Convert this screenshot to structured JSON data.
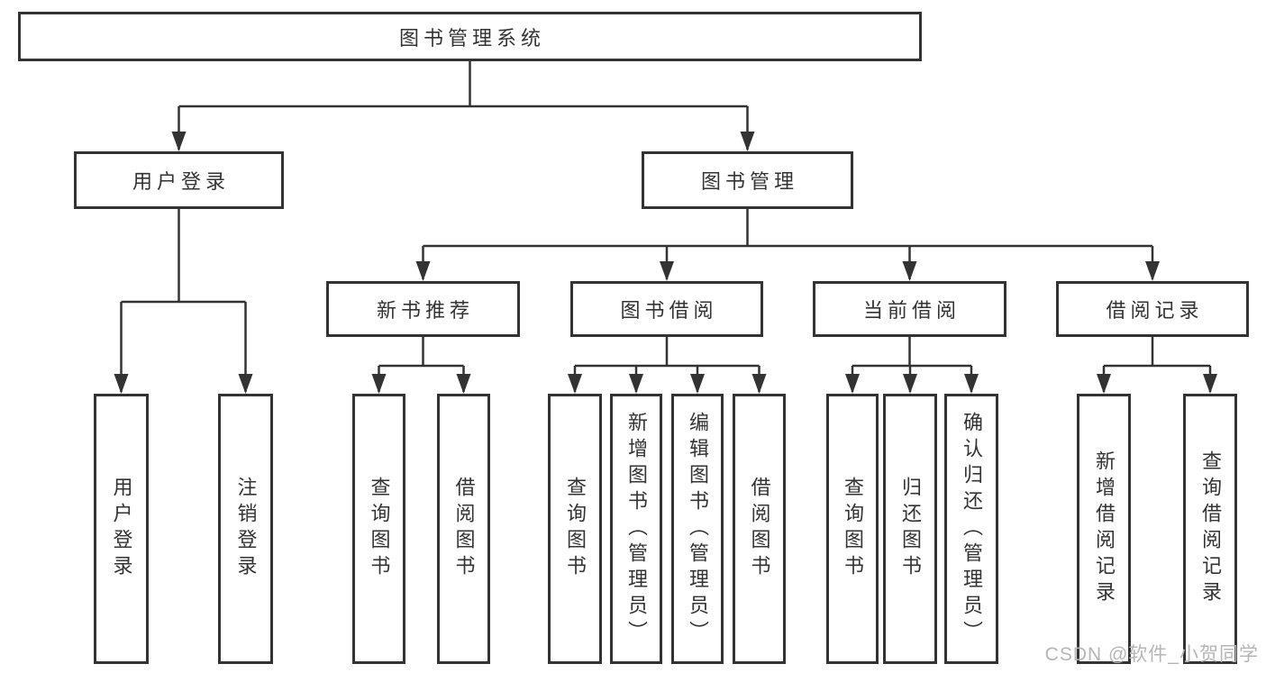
{
  "diagram": {
    "type": "tree",
    "root_label": "图书管理系统",
    "hierarchy": {
      "图书管理系统": [
        "用户登录",
        "图书管理"
      ],
      "用户登录": [
        "用户登录",
        "注销登录"
      ],
      "图书管理": [
        "新书推荐",
        "图书借阅",
        "当前借阅",
        "借阅记录"
      ],
      "新书推荐": [
        "查询图书",
        "借阅图书"
      ],
      "图书借阅": [
        "查询图书",
        "新增图书（管理员）",
        "编辑图书（管理员）",
        "借阅图书"
      ],
      "当前借阅": [
        "查询图书",
        "归还图书",
        "确认归还（管理员）"
      ],
      "借阅记录": [
        "新增借阅记录",
        "查询借阅记录"
      ]
    }
  },
  "nodes": {
    "root": {
      "label": "图书管理系统"
    },
    "user_login": {
      "label": "用户登录"
    },
    "book_mgmt": {
      "label": "图书管理"
    },
    "new_book_rec": {
      "label": "新书推荐"
    },
    "book_borrow": {
      "label": "图书借阅"
    },
    "current_borrow": {
      "label": "当前借阅"
    },
    "borrow_records": {
      "label": "借阅记录"
    },
    "leaf_user_login": {
      "label": "用户登录"
    },
    "leaf_logout": {
      "label": "注销登录"
    },
    "leaf_rec_query": {
      "label": "查询图书"
    },
    "leaf_rec_borrow": {
      "label": "借阅图书"
    },
    "leaf_bb_query": {
      "label": "查询图书"
    },
    "leaf_bb_add": {
      "label": "新增图书（管理员）"
    },
    "leaf_bb_edit": {
      "label": "编辑图书（管理员）"
    },
    "leaf_bb_borrow": {
      "label": "借阅图书"
    },
    "leaf_cb_query": {
      "label": "查询图书"
    },
    "leaf_cb_return": {
      "label": "归还图书"
    },
    "leaf_cb_confirm": {
      "label": "确认归还（管理员）"
    },
    "leaf_br_add": {
      "label": "新增借阅记录"
    },
    "leaf_br_query": {
      "label": "查询借阅记录"
    }
  },
  "colors": {
    "line": "#333333",
    "text": "#333333",
    "background": "#ffffff",
    "watermark": "#b5b5b5"
  },
  "watermark": {
    "text": "CSDN @软件_小贺同学"
  }
}
